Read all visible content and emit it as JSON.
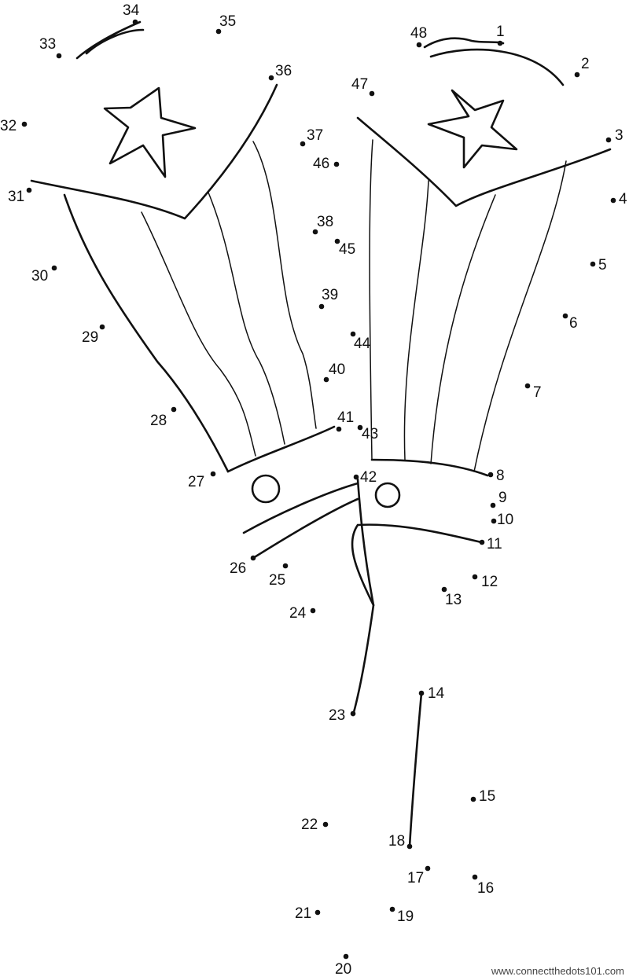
{
  "title": "Connect the dots puzzle",
  "dots": [
    "1",
    "2",
    "3",
    "4",
    "5",
    "6",
    "7",
    "8",
    "9",
    "10",
    "11",
    "12",
    "13",
    "14",
    "15",
    "16",
    "17",
    "18",
    "19",
    "20",
    "21",
    "22",
    "23",
    "24",
    "25",
    "26",
    "27",
    "28",
    "29",
    "30",
    "31",
    "32",
    "33",
    "34",
    "35",
    "36",
    "37",
    "38",
    "39",
    "40",
    "41",
    "42",
    "43",
    "44",
    "45",
    "46",
    "47",
    "48"
  ],
  "watermark": "www.connectthedots101.com"
}
